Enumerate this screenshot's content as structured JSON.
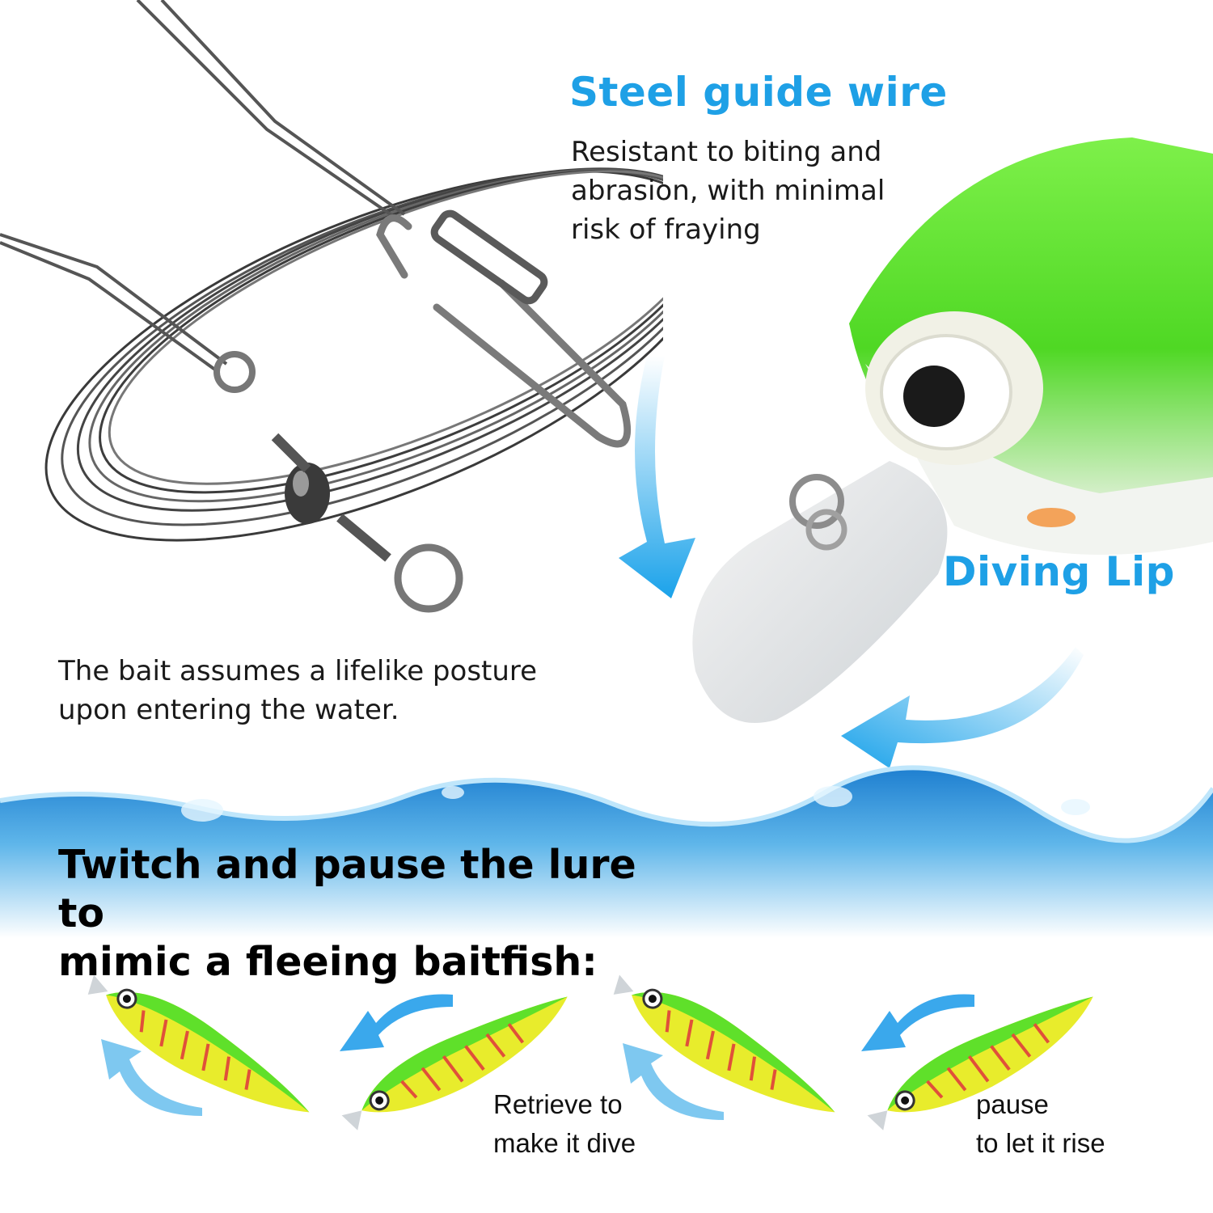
{
  "steel": {
    "title": "Steel guide wire",
    "lines": [
      "Resistant to biting and",
      "abrasion, with minimal",
      "risk of fraying"
    ]
  },
  "diving_lip": {
    "title": "Diving Lip"
  },
  "posture": {
    "lines": [
      "The bait assumes a lifelike posture",
      "upon entering the water."
    ]
  },
  "twitch": {
    "lines": [
      "Twitch and pause the lure to",
      "mimic a fleeing baitfish:"
    ]
  },
  "steps": {
    "retrieve": [
      "Retrieve to",
      "make it dive"
    ],
    "pause": [
      "pause",
      "to let it rise"
    ]
  },
  "colors": {
    "accent_blue": "#1ea0e6",
    "lure_green": "#5fe02a",
    "lure_yellow": "#e8ec2c",
    "stripe_red": "#e0503a",
    "water_blue": "#2a8fd8"
  },
  "icons": [
    "arrow-icon",
    "fishing-wire-icon",
    "lure-icon",
    "water-wave-icon"
  ]
}
